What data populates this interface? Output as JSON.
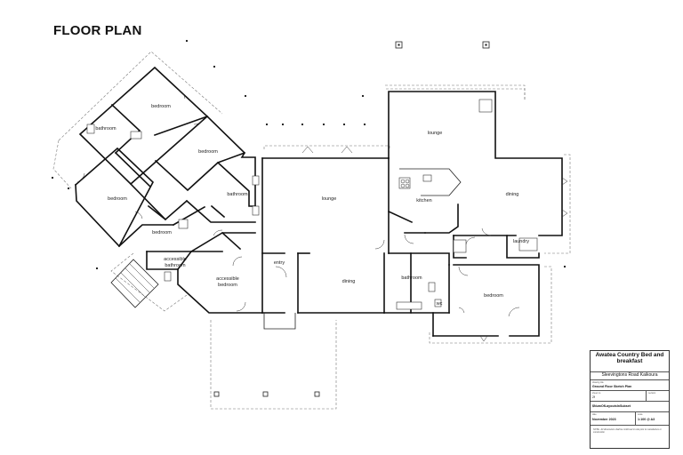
{
  "page": {
    "title": "FLOOR PLAN"
  },
  "rooms": {
    "bedroom_nw": "bedroom",
    "bedroom_center_west": "bedroom",
    "bedroom_far_west": "bedroom",
    "bathroom_west": "bathroom",
    "bedroom_small_west": "bedroom",
    "bathroom_mid": "bathroom",
    "accessible_bathroom_1": "accessible",
    "accessible_bathroom_2": "bathroom",
    "accessible_bedroom_1": "accessible",
    "accessible_bedroom_2": "bedroom",
    "entry": "entry",
    "lounge_main": "lounge",
    "dining_main": "dining",
    "lounge_east": "lounge",
    "kitchen": "kitchen",
    "dining_east": "dining",
    "laundry": "laundry",
    "bathroom_east": "bathroom",
    "wc": "wc",
    "bedroom_east": "bedroom"
  },
  "title_block": {
    "project_line1": "Awatea Country Bed and",
    "project_line2": "breakfast",
    "address": "Sleevingtons Road Kaikoura",
    "drawing_caption": "drawing title",
    "drawing_title": "Ground Floor Sketch Plan",
    "sheet_caption": "sheet no.",
    "sheet_no": "2f",
    "sheet_ref": "$NumOfLayoutsInSubset",
    "date_caption": "date",
    "date": "November 2023",
    "scale_caption": "scale",
    "scale": "1:100 @ A3",
    "revision_caption": "revision",
    "note": "NOTE - All dimensions shall be confirmed on site prior to manufacture or construction"
  }
}
